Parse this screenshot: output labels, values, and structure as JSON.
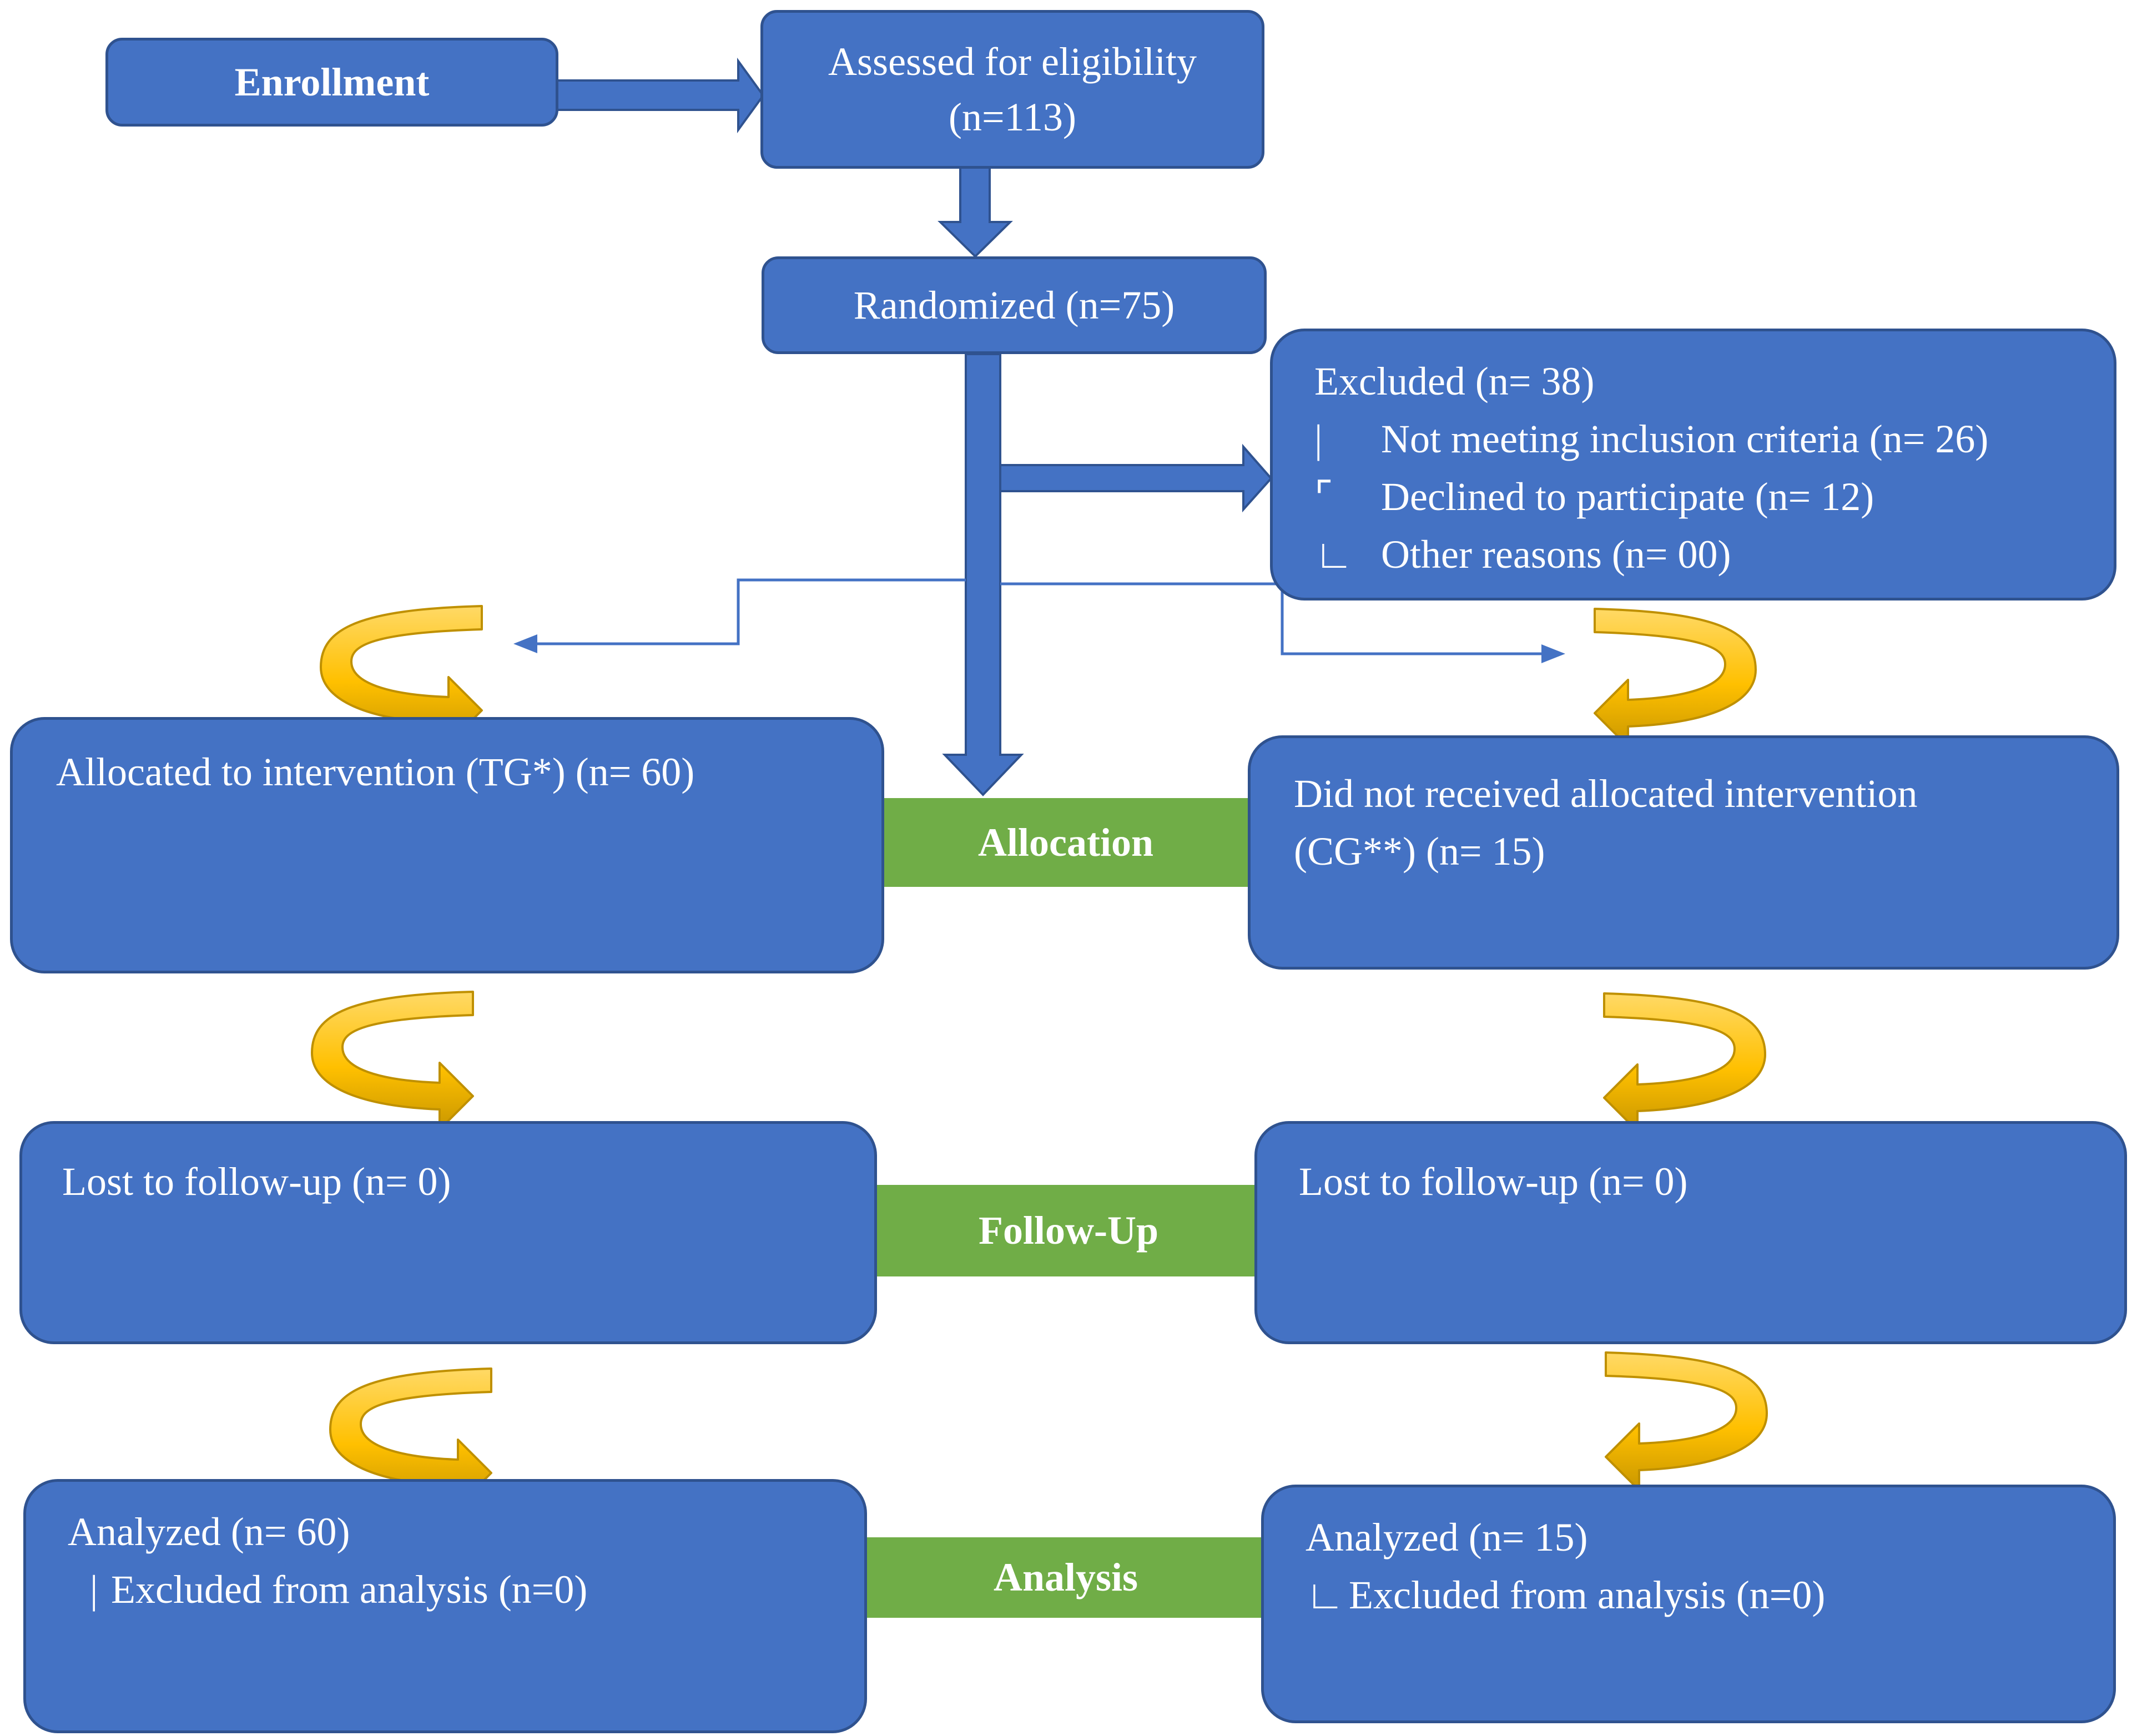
{
  "colors": {
    "box_fill": "#4472C4",
    "box_border": "#2F528F",
    "stage_fill": "#70AD47",
    "curved_arrow": "#FFC000",
    "curved_arrow_edge": "#BF9000",
    "text": "#FFFFFF"
  },
  "enrollment": {
    "label": "Enrollment"
  },
  "assessed": {
    "line1": "Assessed for eligibility",
    "line2": "(n=113)"
  },
  "randomized": {
    "label": "Randomized (n=75)"
  },
  "excluded": {
    "title": "Excluded (n= 38)",
    "items": [
      {
        "marker": "|",
        "text": "Not meeting inclusion criteria (n= 26)"
      },
      {
        "marker": "⌜",
        "text": "Declined to participate (n= 12)"
      },
      {
        "marker": "∟",
        "text": "Other reasons (n= 00)"
      }
    ]
  },
  "stages": {
    "allocation": "Allocation",
    "follow_up": "Follow-Up",
    "analysis": "Analysis"
  },
  "left_arm": {
    "allocated": "Allocated to intervention (TG*) (n= 60)",
    "lost": "Lost to follow-up (n= 0)",
    "analyzed": "Analyzed (n= 60)",
    "analyzed_marker": "|",
    "analyzed_excluded": "Excluded from analysis (n=0)"
  },
  "right_arm": {
    "allocated_line1": "Did not received allocated intervention",
    "allocated_line2": "(CG**) (n= 15)",
    "lost": "Lost to follow-up (n= 0)",
    "analyzed": "Analyzed (n= 15)",
    "analyzed_marker": "∟",
    "analyzed_excluded": "Excluded from analysis (n=0)"
  }
}
